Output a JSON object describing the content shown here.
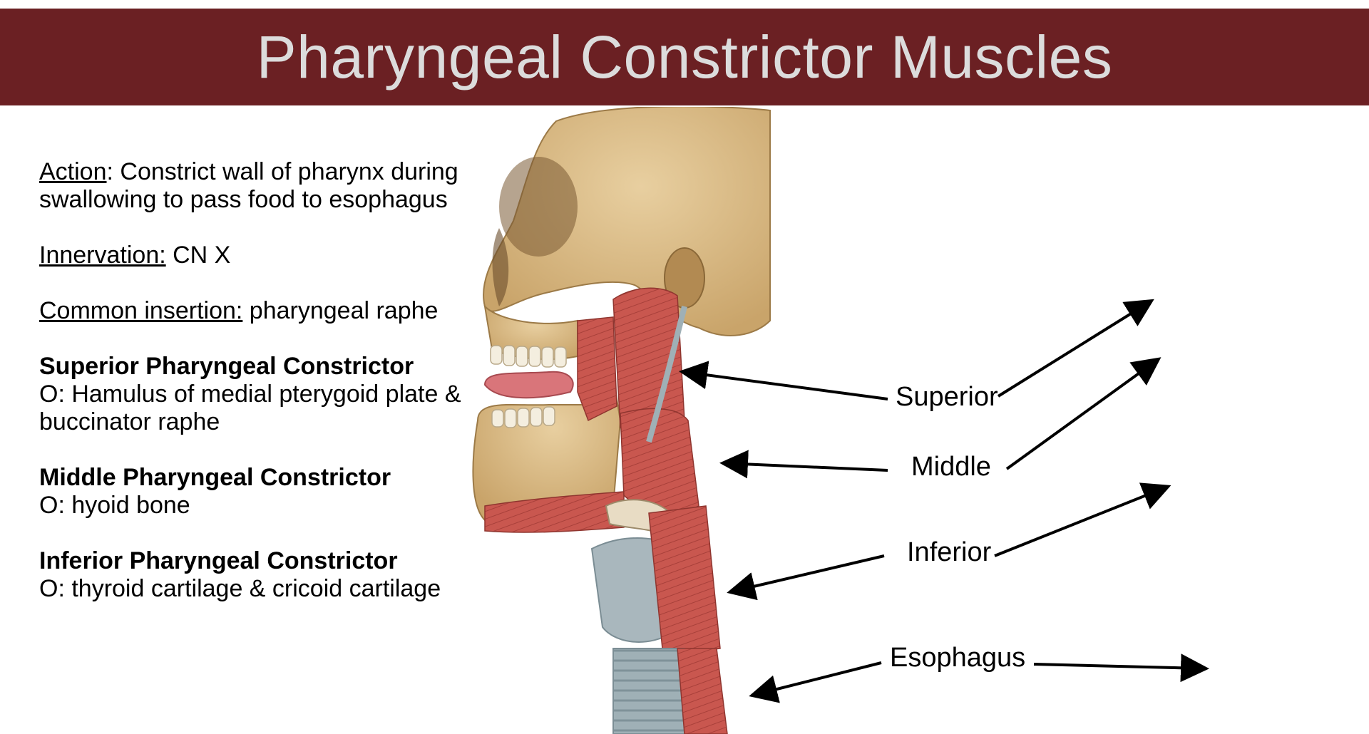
{
  "slide": {
    "title": "Pharyngeal Constrictor Muscles",
    "colors": {
      "title_bar": "#6b2023",
      "title_text": "#dcdcdc",
      "muscle": "#c9574f",
      "bone": "#d9bd8e",
      "cartilage": "#a9b7bd"
    }
  },
  "notes": {
    "action_label": "Action",
    "action_text": ": Constrict wall of pharynx during swallowing to pass food to esophagus",
    "innervation_label": "Innervation:",
    "innervation_text": " CN X",
    "insertion_label": "Common insertion:",
    "insertion_text": " pharyngeal raphe",
    "superior_heading": "Superior Pharyngeal Constrictor",
    "superior_origin": "O: Hamulus of medial pterygoid plate & buccinator raphe",
    "middle_heading": "Middle Pharyngeal Constrictor",
    "middle_origin": "O: hyoid bone",
    "inferior_heading": "Inferior Pharyngeal Constrictor",
    "inferior_origin": "O: thyroid cartilage & cricoid cartilage"
  },
  "figure": {
    "labels": {
      "superior": "Superior",
      "middle": "Middle",
      "inferior": "Inferior",
      "esophagus": "Esophagus"
    }
  }
}
